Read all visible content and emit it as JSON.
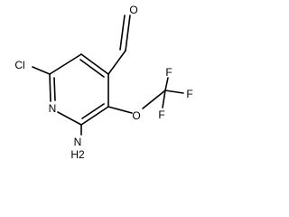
{
  "structure": {
    "atom_labels": {
      "chlorine": "Cl",
      "ring_nitrogen": "N",
      "amine_nitrogen": "N",
      "amine_hydrogens": "H2",
      "aldehyde_oxygen": "O",
      "ether_oxygen": "O",
      "fluorine_top": "F",
      "fluorine_right": "F",
      "fluorine_bottom": "F"
    }
  }
}
